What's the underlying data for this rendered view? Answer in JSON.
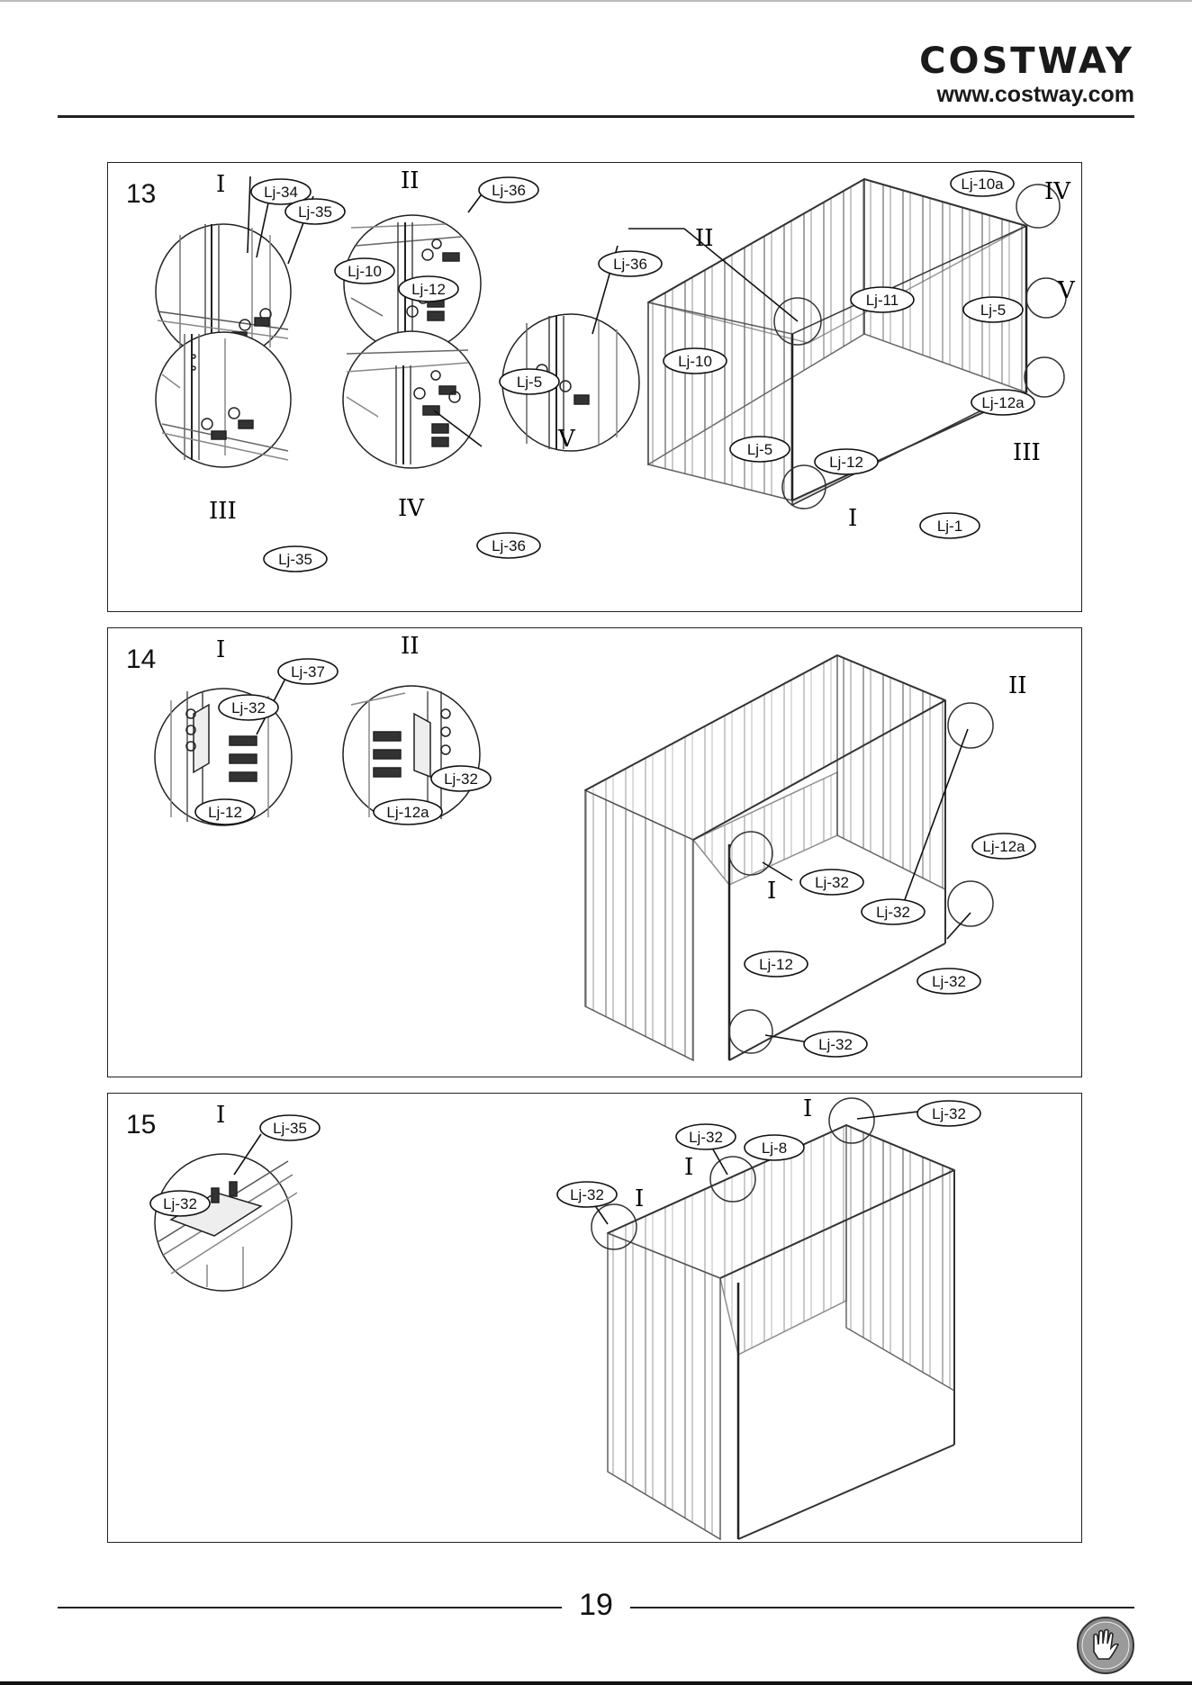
{
  "header": {
    "brand": "COSTWAY",
    "url": "www.costway.com"
  },
  "steps": [
    {
      "number": "13",
      "details": [
        "I",
        "II",
        "III",
        "IV",
        "V"
      ],
      "labels": [
        "Lj-34",
        "Lj-35",
        "Lj-36",
        "Lj-10",
        "Lj-12",
        "Lj-36",
        "Lj-5",
        "Lj-35",
        "Lj-36",
        "Lj-10a",
        "Lj-11",
        "Lj-5",
        "Lj-10",
        "Lj-12a",
        "Lj-5",
        "Lj-12",
        "Lj-1"
      ],
      "markers": [
        "IV",
        "V",
        "II",
        "III",
        "I"
      ]
    },
    {
      "number": "14",
      "details": [
        "I",
        "II"
      ],
      "labels": [
        "Lj-37",
        "Lj-32",
        "Lj-12",
        "Lj-32",
        "Lj-12a",
        "Lj-12a",
        "Lj-32",
        "Lj-32",
        "Lj-12",
        "Lj-32",
        "Lj-32"
      ],
      "markers": [
        "II",
        "I"
      ]
    },
    {
      "number": "15",
      "details": [
        "I"
      ],
      "labels": [
        "Lj-35",
        "Lj-32",
        "Lj-32",
        "Lj-32",
        "Lj-8",
        "Lj-32"
      ],
      "markers": [
        "I",
        "I",
        "I"
      ]
    }
  ],
  "footer": {
    "page_number": "19",
    "icon": "glove-icon"
  }
}
